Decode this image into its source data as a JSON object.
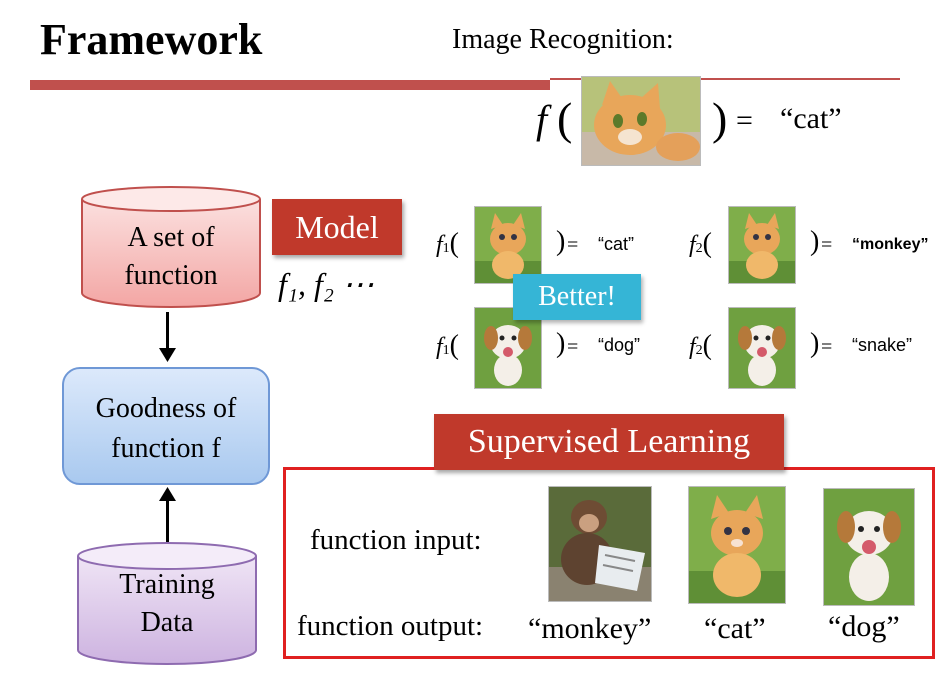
{
  "header": {
    "title": "Framework",
    "subtitle": "Image Recognition:"
  },
  "equation": {
    "f": "f",
    "paren_left": "(",
    "paren_right": ")",
    "equals": "=",
    "output": "“cat”"
  },
  "diagram": {
    "function_set": {
      "line1": "A set of",
      "line2": "function"
    },
    "model_label": "Model",
    "function_list": "f₁, f₂ ⋯",
    "goodness": {
      "line1": "Goodness of",
      "line2": "function f"
    },
    "training": {
      "line1": "Training",
      "line2": "Data"
    }
  },
  "examples": {
    "better_label": "Better!",
    "rows": [
      {
        "fn": "f",
        "sub": "1",
        "eq": "=",
        "output": "“cat”"
      },
      {
        "fn": "f",
        "sub": "2",
        "eq": "=",
        "output": "“monkey”"
      },
      {
        "fn": "f",
        "sub": "1",
        "eq": "=",
        "output": "“dog”"
      },
      {
        "fn": "f",
        "sub": "2",
        "eq": "=",
        "output": "“snake”"
      }
    ]
  },
  "supervised": {
    "title": "Supervised Learning",
    "input_label": "function input:",
    "output_label": "function output:",
    "outputs": [
      "“monkey”",
      "“cat”",
      "“dog”"
    ]
  },
  "colors": {
    "accent_red": "#c0392b",
    "rule_red": "#c0504d",
    "better_blue": "#35b5d6",
    "box_red": "#e02020"
  },
  "icons": [
    "cat-photo",
    "dog-photo",
    "monkey-photo"
  ]
}
